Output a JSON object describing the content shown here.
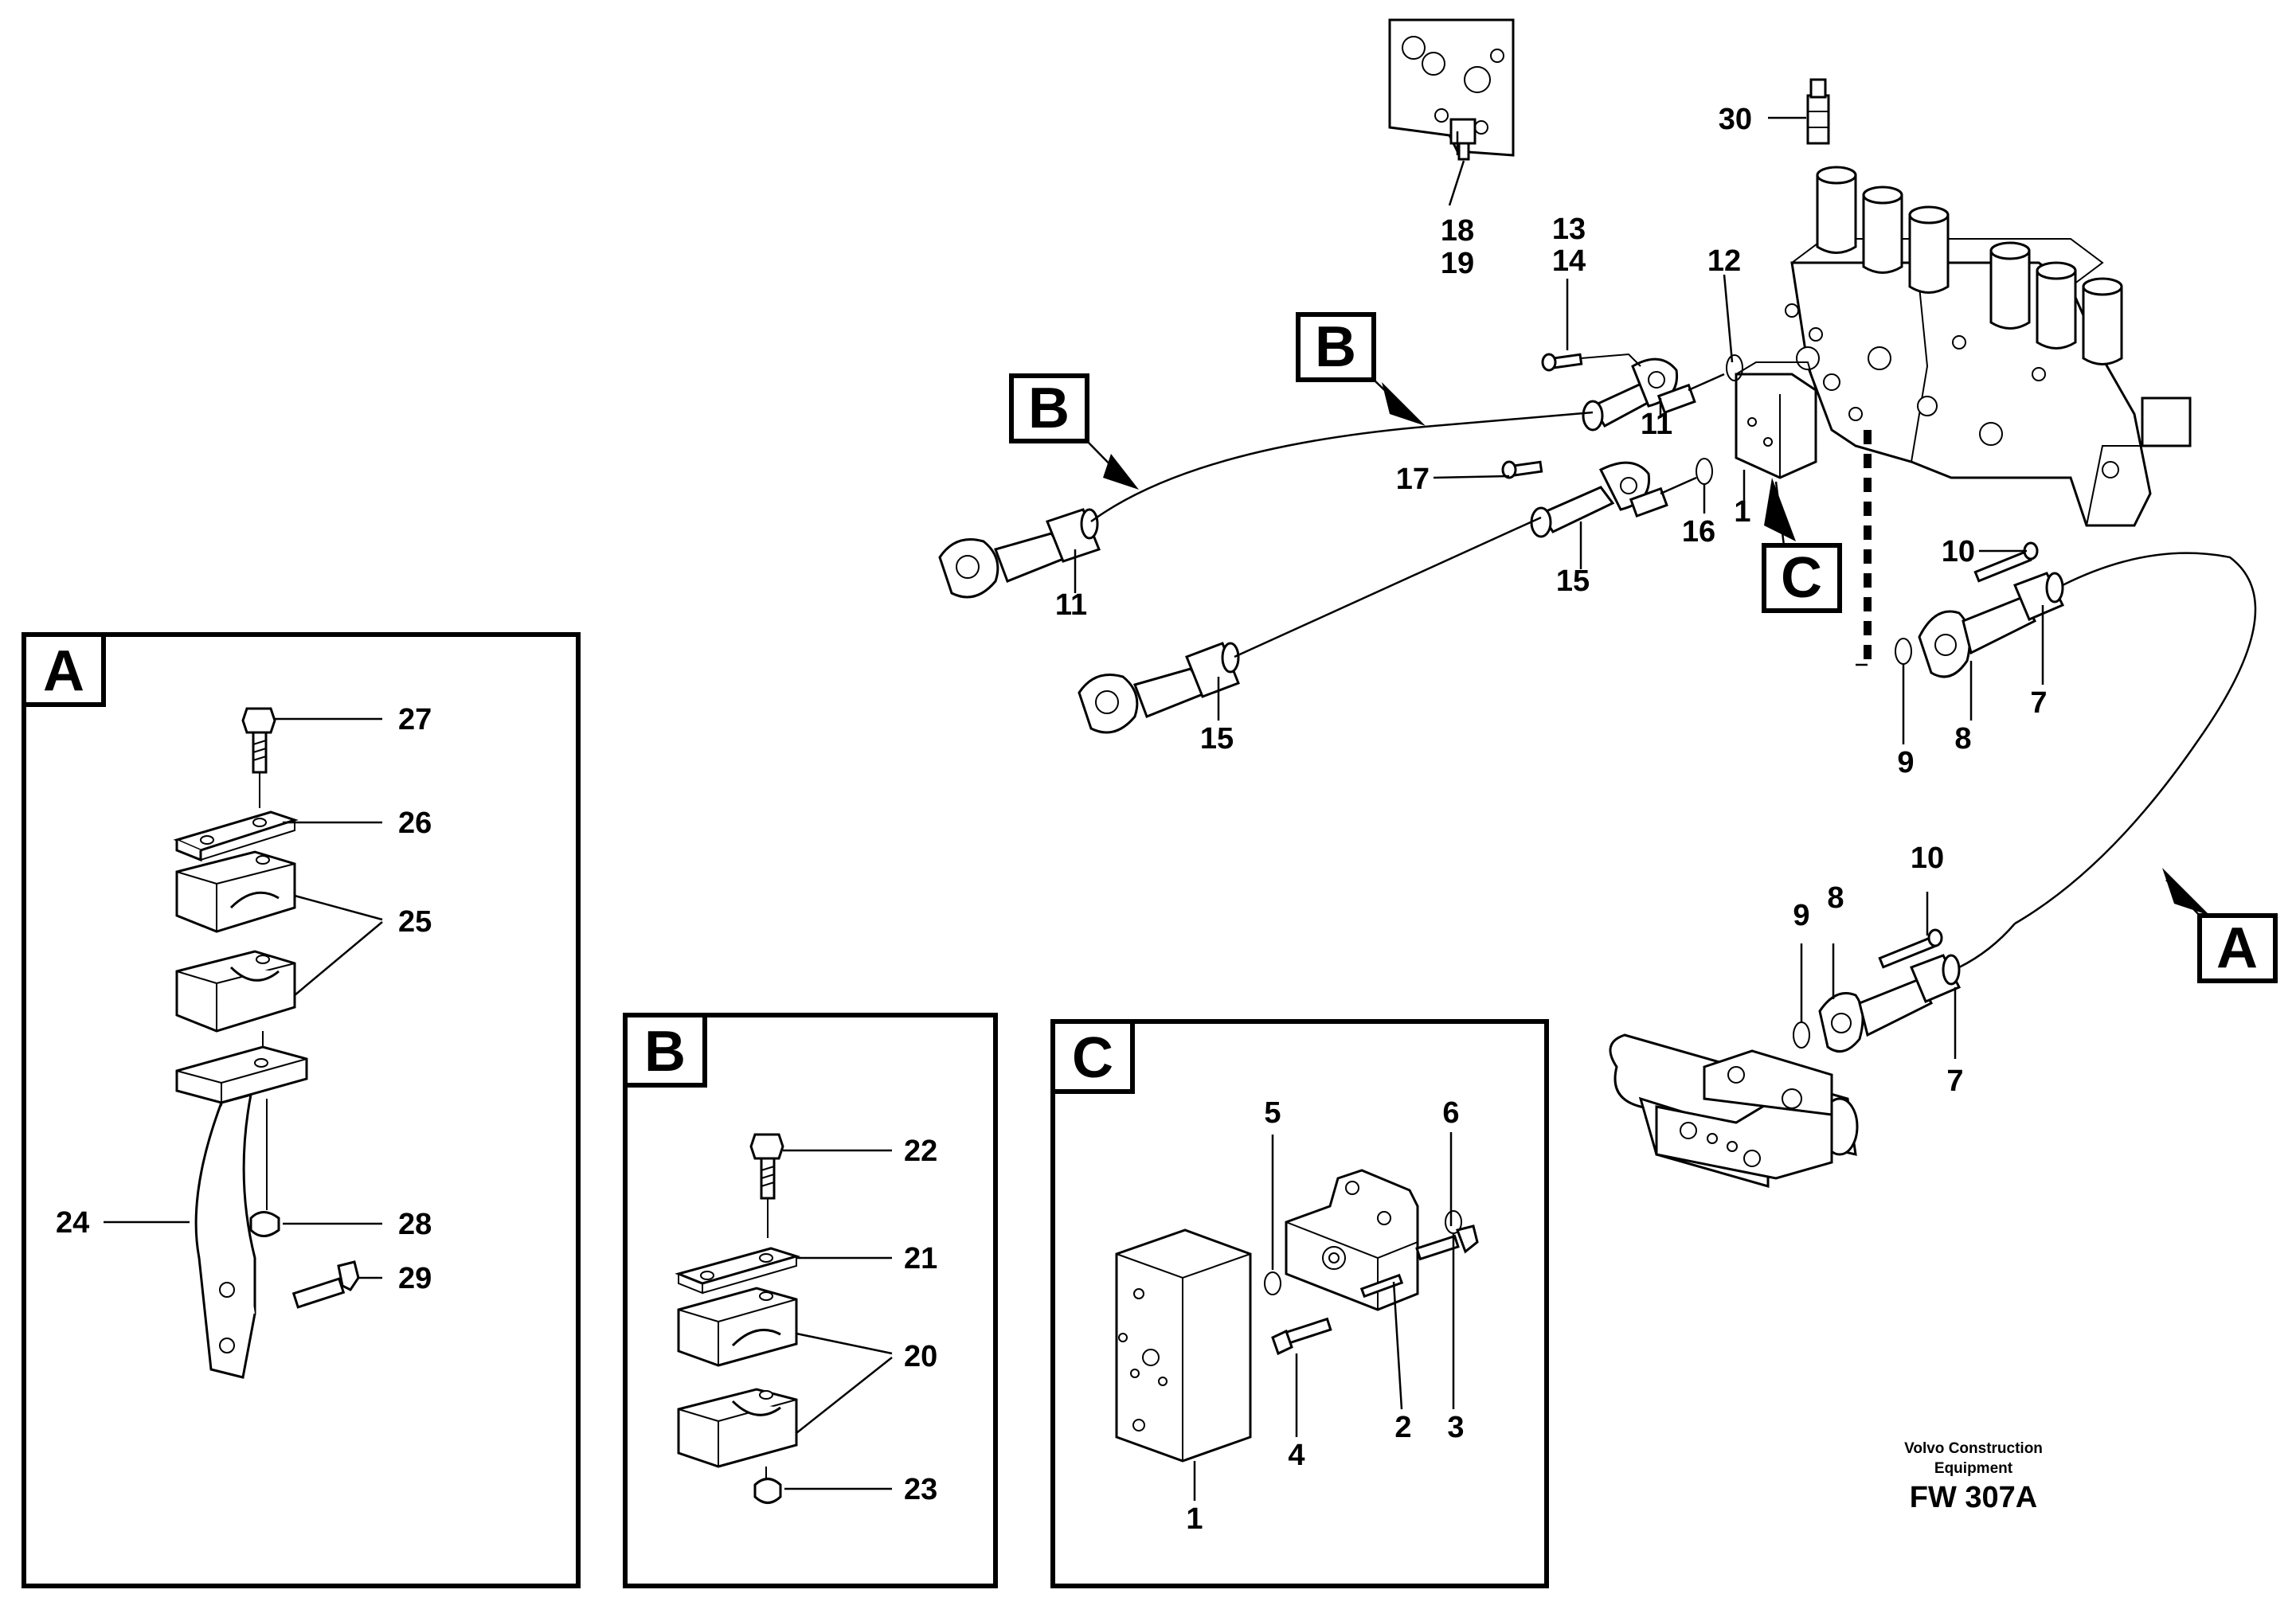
{
  "callouts": {
    "n30": "30",
    "n18": "18",
    "n19": "19",
    "n13": "13",
    "n14": "14",
    "n12": "12",
    "n11a": "11",
    "n11b": "11",
    "n17": "17",
    "n16": "16",
    "n1a": "1",
    "n15a": "15",
    "n15b": "15",
    "n10a": "10",
    "n7a": "7",
    "n8a": "8",
    "n9a": "9",
    "n10b": "10",
    "n9b": "9",
    "n8b": "8",
    "n7b": "7",
    "n27": "27",
    "n26": "26",
    "n25": "25",
    "n24": "24",
    "n28": "28",
    "n29": "29",
    "n22": "22",
    "n21": "21",
    "n20": "20",
    "n23": "23",
    "n5": "5",
    "n6": "6",
    "n2": "2",
    "n3": "3",
    "n4": "4",
    "n1b": "1"
  },
  "reference_labels": {
    "b_left": "B",
    "b_top": "B",
    "c_main": "C",
    "a_right": "A"
  },
  "detail_panels": {
    "a": "A",
    "b": "B",
    "c": "C"
  },
  "footer": {
    "credit_line1": "Volvo Construction",
    "credit_line2": "Equipment",
    "figure_code": "FW 307A"
  }
}
